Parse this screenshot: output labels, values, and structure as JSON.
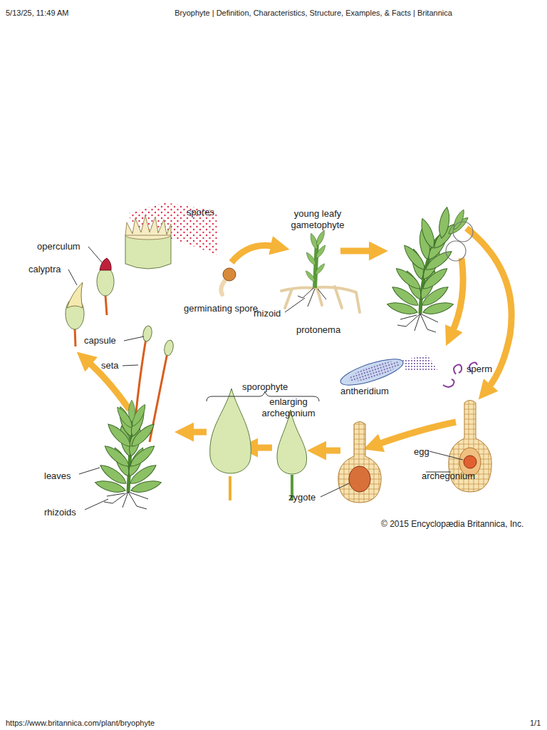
{
  "diagram": {
    "labels": [
      "5/13/25, 11:49 AM",
      "Bryophyte | Definition, Characteristics, Structure, Examples, & Facts | Britannica",
      "spores",
      "young leafy gametophyte",
      "operculum",
      "calyptra",
      "germinating spore",
      "rhizoid",
      "protonema",
      "capsule",
      "seta",
      "sporophyte",
      "enlarging archegonium",
      "sperm",
      "antheridium",
      "egg",
      "archegonium",
      "leaves",
      "zygote",
      "rhizoids",
      "© 2015 Encyclopædia Britannica, Inc.",
      "https://www.britannica.com/plant/bryophyte",
      "1/1"
    ]
  }
}
